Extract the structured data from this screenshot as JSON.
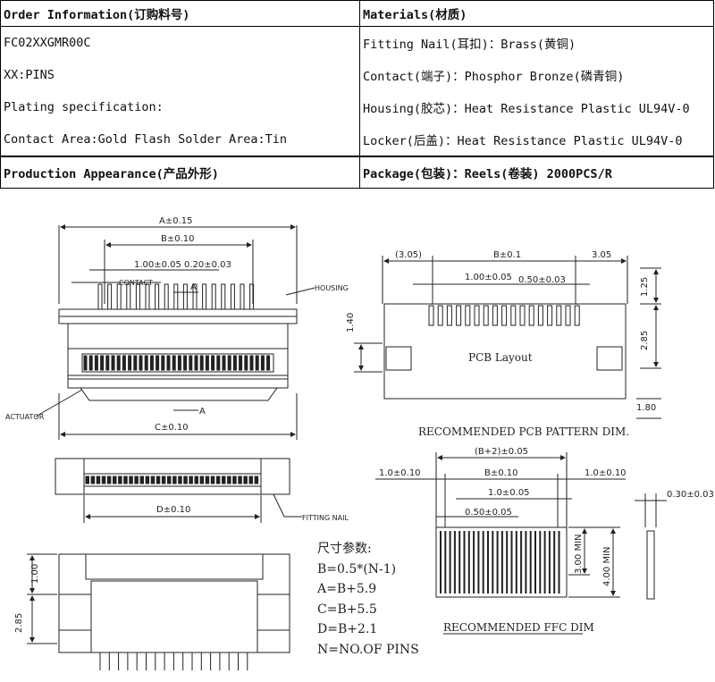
{
  "table": {
    "order_header": "Order Information(订购料号)",
    "materials_header": "Materials(材质)",
    "left_rows": [
      "FC02XXGMR00C",
      "XX:PINS",
      "Plating specification:",
      "Contact Area:Gold Flash  Solder Area:Tin"
    ],
    "right_rows": [
      "Fitting Nail(耳扣)：Brass(黄铜)",
      "Contact(端子)：Phosphor Bronze(磷青铜)",
      "Housing(胶芯)：Heat Resistance Plastic UL94V-0",
      "Locker(后盖)：Heat Resistance Plastic UL94V-0"
    ],
    "production_header": "Production Appearance(产品外形)",
    "package_header": "Package(包装)：Reels(卷装) 2000PCS/R"
  },
  "drawing": {
    "dim_a": "A±0.15",
    "dim_b": "B±0.10",
    "dim_pitch": "1.00±0.05",
    "dim_width": "0.20±0.03",
    "contact": "CONTACT",
    "section_a": "A",
    "housing": "HOUSING",
    "actuator": "ACTUATOR",
    "dim_c": "C±0.10",
    "dim_d": "D±0.10",
    "fitting_nail": "FITTING NAIL",
    "dim_100": "1.00",
    "dim_285": "2.85",
    "pcb": {
      "left": "(3.05)",
      "b": "B±0.1",
      "right": "3.05",
      "pitch": "1.00±0.05",
      "width": "0.50±0.03",
      "h125": "1.25",
      "h140": "1.40",
      "h285": "2.85",
      "h180": "1.80",
      "layout": "PCB Layout",
      "title": "RECOMMENDED PCB PATTERN DIM."
    },
    "ffc": {
      "b2": "(B+2)±0.05",
      "left": "1.0±0.10",
      "b": "B±0.10",
      "right": "1.0±0.10",
      "pitch": "1.0±0.05",
      "width": "0.50±0.05",
      "h300": "3.00 MIN",
      "h400": "4.00 MIN",
      "thick": "0.30±0.03",
      "title": "RECOMMENDED FFC DIM"
    }
  },
  "formula": {
    "title": "尺寸参数:",
    "lines": [
      "B=0.5*(N-1)",
      "A=B+5.9",
      "C=B+5.5",
      "D=B+2.1",
      "N=NO.OF PINS"
    ]
  }
}
